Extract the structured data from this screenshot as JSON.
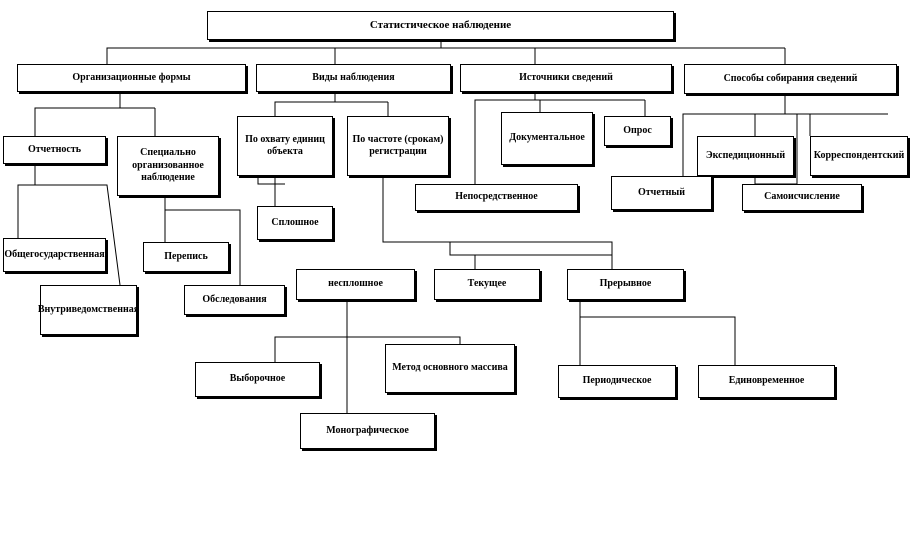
{
  "nodes": {
    "root": "Статистическое наблюдение",
    "org_forms": "Организационные формы",
    "types": "Виды наблюдения",
    "sources": "Источники сведений",
    "methods": "Способы собирания сведений",
    "reporting": "Отчетность",
    "special": "Специально организованное наблюдение",
    "by_coverage": "По охвату единиц объекта",
    "by_frequency": "По частоте (срокам) регистрации",
    "documentary": "Документальное",
    "survey": "Опрос",
    "expeditionary": "Экспедиционный",
    "correspondent": "Корреспондентский",
    "direct": "Непосредственное",
    "reporting_method": "Отчетный",
    "self_registration": "Самоисчисление",
    "continuous": "Сплошное",
    "state": "Общегосударственная",
    "intradepartmental": "Внутриведомственная",
    "census": "Перепись",
    "inspection": "Обследования",
    "noncontinuous": "несплошное",
    "current": "Текущее",
    "discontinuous": "Прерывное",
    "sampling": "Выборочное",
    "main_array": "Метод основного массива",
    "monographic": "Монографическое",
    "periodic": "Периодическое",
    "one_time": "Единовременное"
  }
}
